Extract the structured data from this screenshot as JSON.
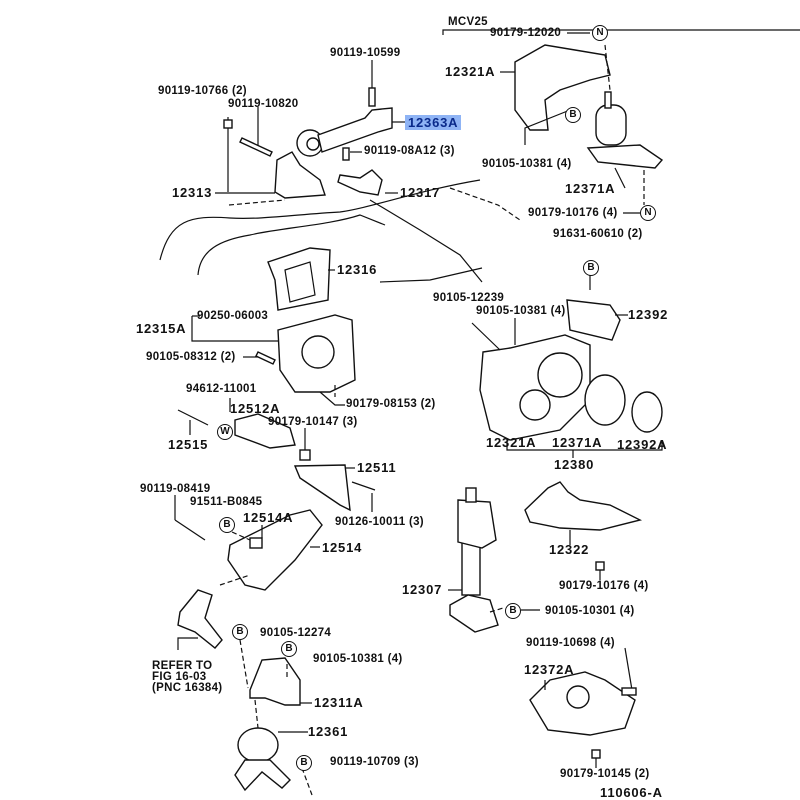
{
  "diagram": {
    "model_label": "MCV25",
    "figure_id": "110606-A",
    "highlighted_part": "12363A",
    "highlight_color": "#8fb4f5",
    "reference_note": [
      "REFER TO",
      "FIG 16-03",
      "(PNC 16384)"
    ],
    "symbols": {
      "B": "B",
      "N": "N",
      "W": "W"
    },
    "labels": {
      "p90179_12020": "90179-12020",
      "p12321A_top": "12321A",
      "p90119_10599": "90119-10599",
      "p90119_10766": "90119-10766 (2)",
      "p90119_10820": "90119-10820",
      "p12363A": "12363A",
      "p90119_08A12": "90119-08A12 (3)",
      "p12313": "12313",
      "p12317": "12317",
      "p90105_10381_top": "90105-10381 (4)",
      "p12371A_top": "12371A",
      "p90179_10176_top": "90179-10176 (4)",
      "p91631_60610": "91631-60610 (2)",
      "p12316": "12316",
      "p90250_06003": "90250-06003",
      "p12315A": "12315A",
      "p90105_08312": "90105-08312 (2)",
      "p90105_12239": "90105-12239",
      "p90105_10381_mid": "90105-10381 (4)",
      "p12392": "12392",
      "p94612_11001": "94612-11001",
      "p90179_08153": "90179-08153 (2)",
      "p12512A": "12512A",
      "p90179_10147": "90179-10147 (3)",
      "p12515": "12515",
      "p12321A_mid": "12321A",
      "p12371A_mid": "12371A",
      "p12392A": "12392A",
      "p12380": "12380",
      "p12511": "12511",
      "p90119_08419": "90119-08419",
      "p91511_B0845": "91511-B0845",
      "p12514A": "12514A",
      "p90126_10011": "90126-10011 (3)",
      "p12514": "12514",
      "p12322": "12322",
      "p12307": "12307",
      "p90179_10176_low": "90179-10176 (4)",
      "p90105_10301": "90105-10301 (4)",
      "p90105_12274": "90105-12274",
      "p90105_10381_low": "90105-10381 (4)",
      "p12311A": "12311A",
      "p90119_10698": "90119-10698 (4)",
      "p12372A": "12372A",
      "p12361": "12361",
      "p90119_10709": "90119-10709 (3)",
      "p90179_10145": "90179-10145 (2)"
    }
  }
}
